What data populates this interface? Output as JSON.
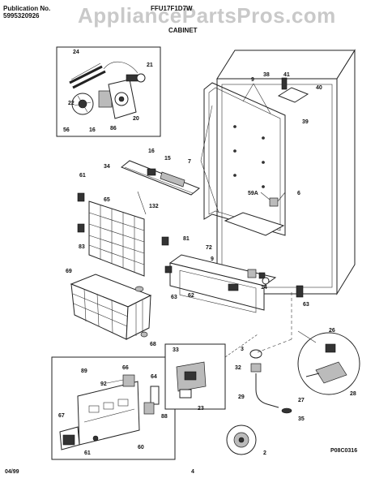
{
  "header": {
    "publication_label": "Publication No.",
    "publication_number": "5995320926",
    "model": "FFU17F1D7W",
    "section": "CABINET",
    "watermark": "AppliancePartsPros.com"
  },
  "footer": {
    "date": "04/99",
    "page": "4",
    "drawing_code": "P08C0316"
  },
  "callouts": [
    "24",
    "21",
    "22",
    "56",
    "16",
    "86",
    "20",
    "16",
    "15",
    "34",
    "61",
    "65",
    "132",
    "83",
    "81",
    "69",
    "68",
    "63",
    "62",
    "9",
    "38",
    "41",
    "40",
    "39",
    "7",
    "59A",
    "6",
    "72",
    "9",
    "14",
    "63",
    "3",
    "32",
    "26",
    "27",
    "28",
    "29",
    "35",
    "2",
    "33",
    "23",
    "89",
    "92",
    "66",
    "64",
    "88",
    "67",
    "61",
    "60"
  ],
  "colors": {
    "ink": "#111111",
    "watermark": "#c9c9c9",
    "background": "#ffffff"
  }
}
